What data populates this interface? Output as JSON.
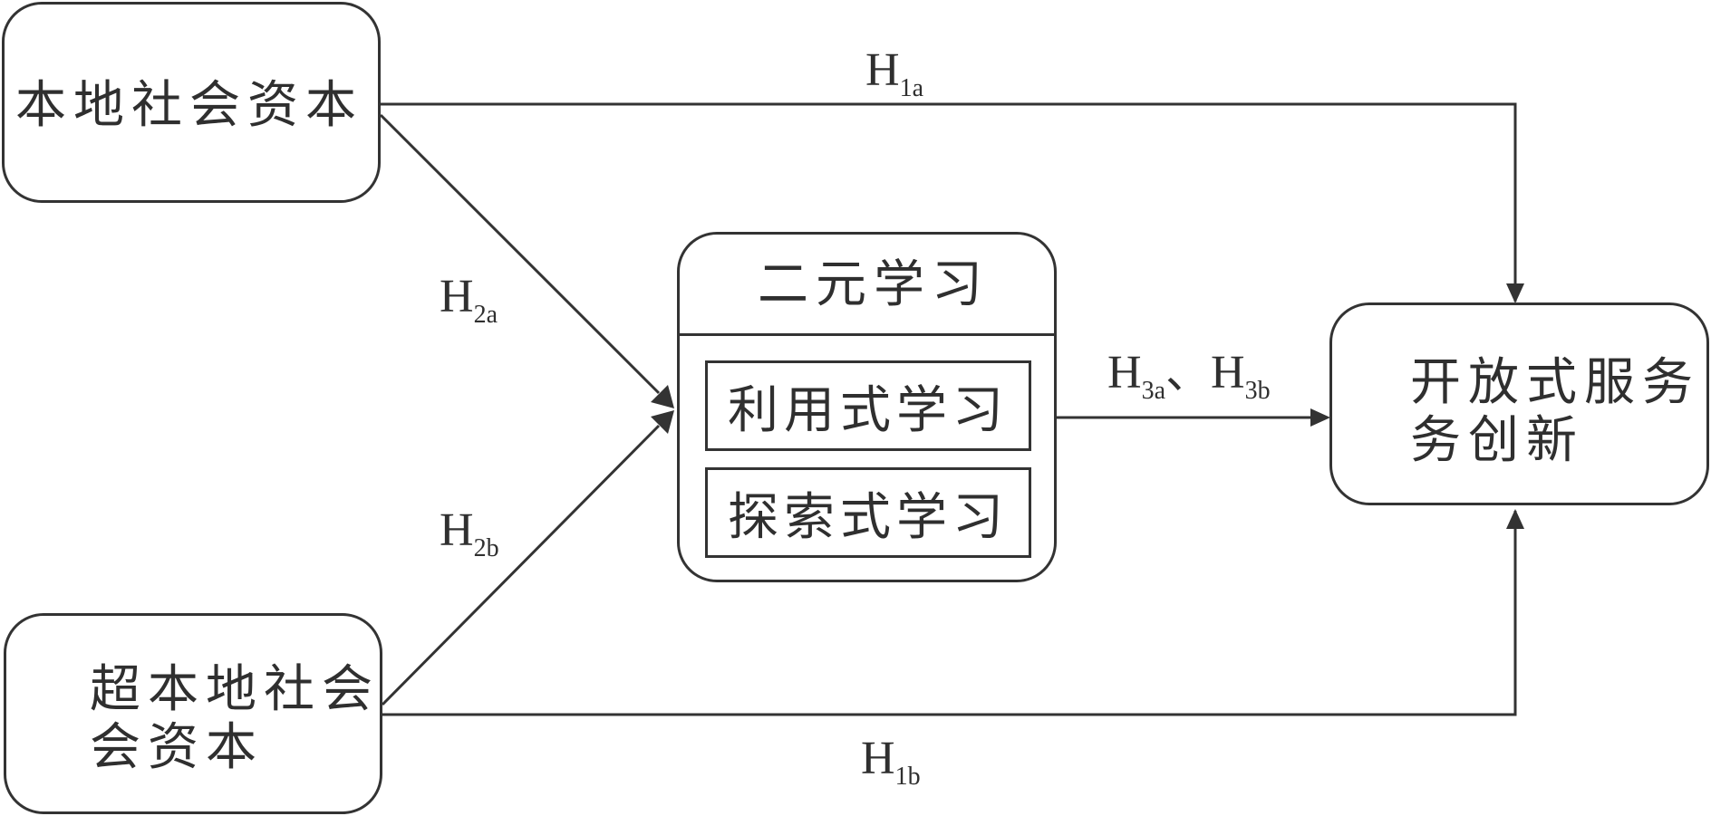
{
  "nodes": {
    "local": {
      "label": "本地社会资本"
    },
    "extra_local": {
      "label": "超本地社会\n会资本"
    },
    "dual_learning": {
      "title": "二元学习",
      "items": [
        "利用式学习",
        "探索式学习"
      ]
    },
    "open_service": {
      "label": "开放式服务\n务创新"
    }
  },
  "edges": {
    "h1a": {
      "main": "H",
      "sub": "1a"
    },
    "h1b": {
      "main": "H",
      "sub": "1b"
    },
    "h2a": {
      "main": "H",
      "sub": "2a"
    },
    "h2b": {
      "main": "H",
      "sub": "2b"
    },
    "h3": {
      "main1": "H",
      "sub1": "3a",
      "sep": "、",
      "main2": "H",
      "sub2": "3b"
    }
  }
}
